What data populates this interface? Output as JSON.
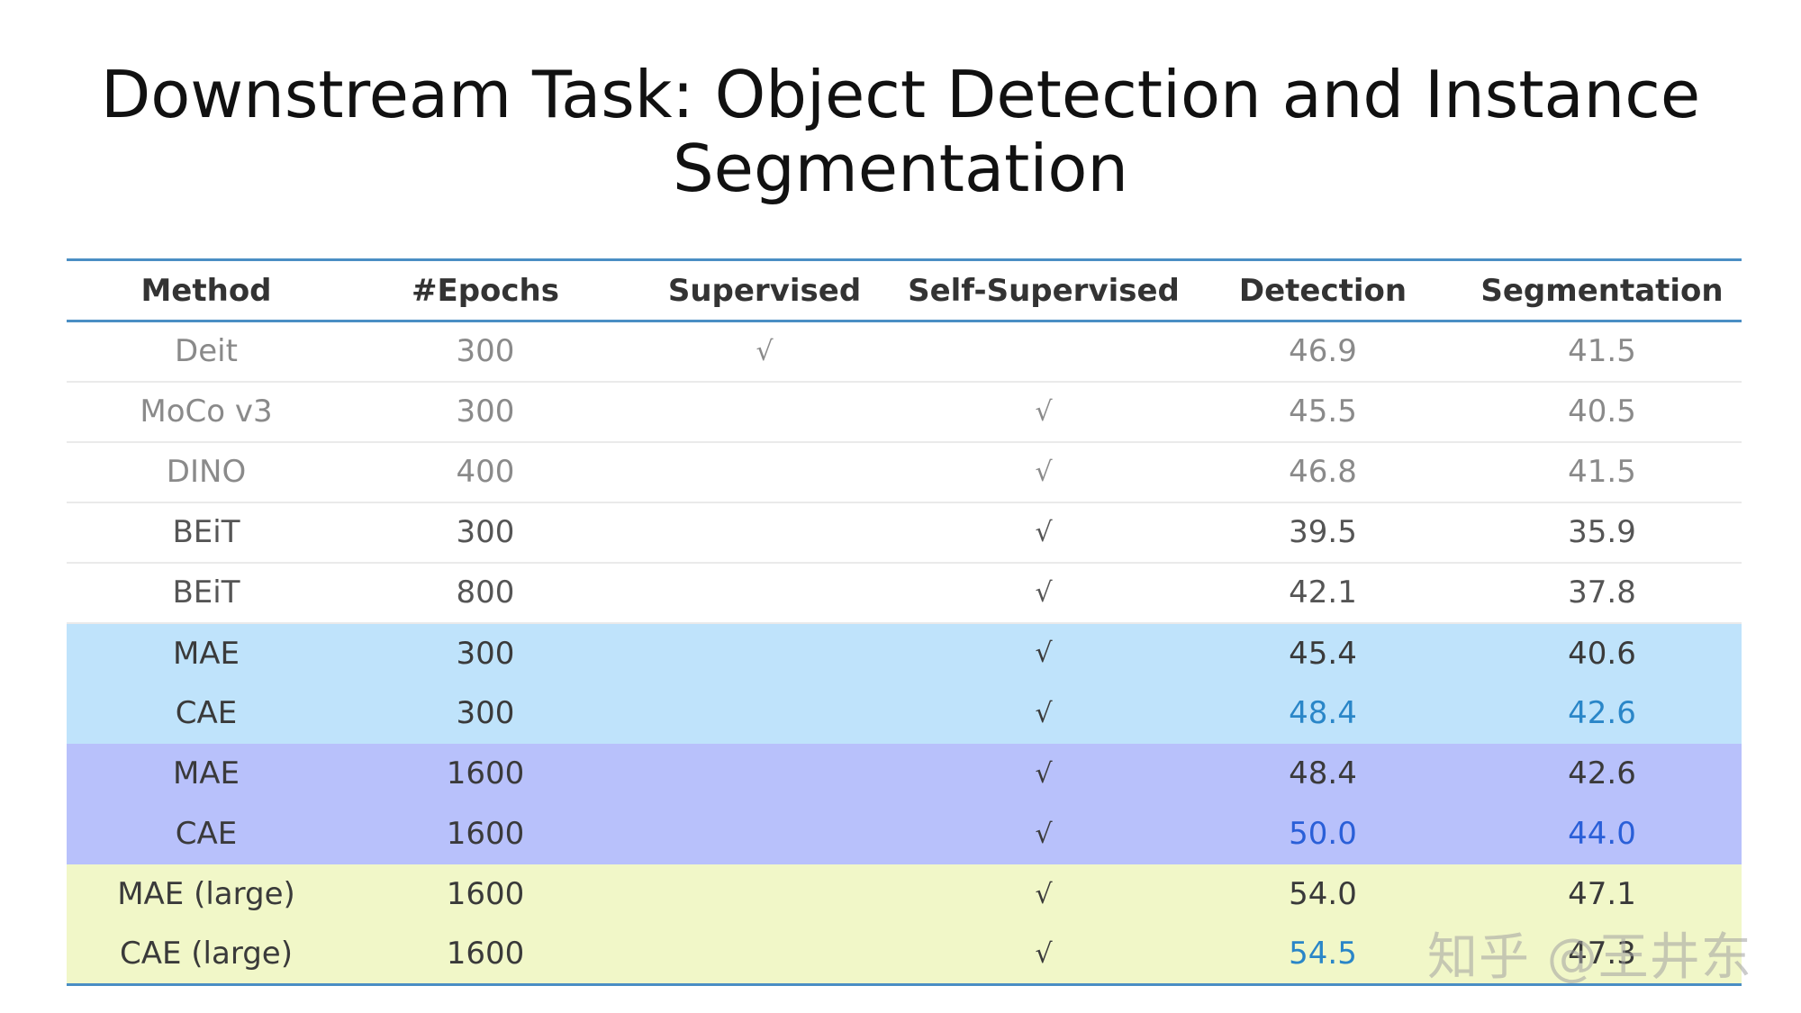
{
  "title": {
    "line1": "Downstream Task: Object Detection and Instance",
    "line2": "Segmentation"
  },
  "table": {
    "columns": [
      "Method",
      "#Epochs",
      "Supervised",
      "Self-Supervised",
      "Detection",
      "Segmentation"
    ],
    "rows": [
      {
        "method": "Deit",
        "epochs": "300",
        "supervised": "√",
        "self_supervised": "",
        "detection": "46.9",
        "segmentation": "41.5"
      },
      {
        "method": "MoCo v3",
        "epochs": "300",
        "supervised": "",
        "self_supervised": "√",
        "detection": "45.5",
        "segmentation": "40.5"
      },
      {
        "method": "DINO",
        "epochs": "400",
        "supervised": "",
        "self_supervised": "√",
        "detection": "46.8",
        "segmentation": "41.5"
      },
      {
        "method": "BEiT",
        "epochs": "300",
        "supervised": "",
        "self_supervised": "√",
        "detection": "39.5",
        "segmentation": "35.9"
      },
      {
        "method": "BEiT",
        "epochs": "800",
        "supervised": "",
        "self_supervised": "√",
        "detection": "42.1",
        "segmentation": "37.8"
      },
      {
        "method": "MAE",
        "epochs": "300",
        "supervised": "",
        "self_supervised": "√",
        "detection": "45.4",
        "segmentation": "40.6"
      },
      {
        "method": "CAE",
        "epochs": "300",
        "supervised": "",
        "self_supervised": "√",
        "detection": "48.4",
        "segmentation": "42.6"
      },
      {
        "method": "MAE",
        "epochs": "1600",
        "supervised": "",
        "self_supervised": "√",
        "detection": "48.4",
        "segmentation": "42.6"
      },
      {
        "method": "CAE",
        "epochs": "1600",
        "supervised": "",
        "self_supervised": "√",
        "detection": "50.0",
        "segmentation": "44.0"
      },
      {
        "method": "MAE (large)",
        "epochs": "1600",
        "supervised": "",
        "self_supervised": "√",
        "detection": "54.0",
        "segmentation": "47.1"
      },
      {
        "method": "CAE (large)",
        "epochs": "1600",
        "supervised": "",
        "self_supervised": "√",
        "detection": "54.5",
        "segmentation": "47.3"
      }
    ]
  },
  "colors": {
    "rule": "#4a8ec4",
    "band_300": "#bfe3fb",
    "band_1600": "#b8c1fb",
    "band_large": "#f1f7c8",
    "highlight": "#2a86c8"
  },
  "watermark": "知乎 @王井东"
}
